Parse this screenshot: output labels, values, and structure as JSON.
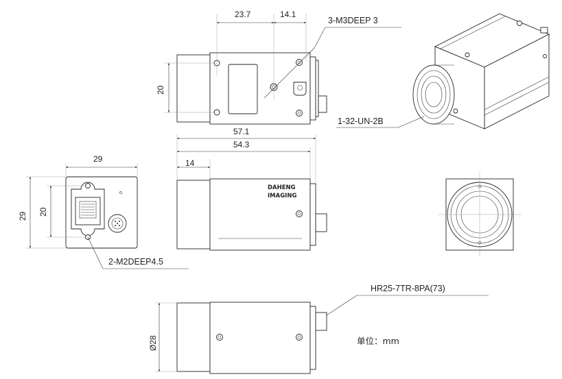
{
  "dimensions": {
    "top_left_width": "23.7",
    "top_right_width": "14.1",
    "top_height": "20",
    "total_length": "57.1",
    "body_length": "54.3",
    "lens_length": "14",
    "back_width": "29",
    "back_height": "29",
    "back_inner_height": "20",
    "bottom_diameter": "Ø28"
  },
  "callouts": {
    "screw_holes_top": "3-M3DEEP 3",
    "lens_mount": "1-32-UN-2B",
    "screw_holes_back": "2-M2DEEP4.5",
    "connector": "HR25-7TR-8PA(73)"
  },
  "logo": {
    "line1": "DAHENG",
    "line2": "IMAGING"
  },
  "unit_note": "单位：mm"
}
